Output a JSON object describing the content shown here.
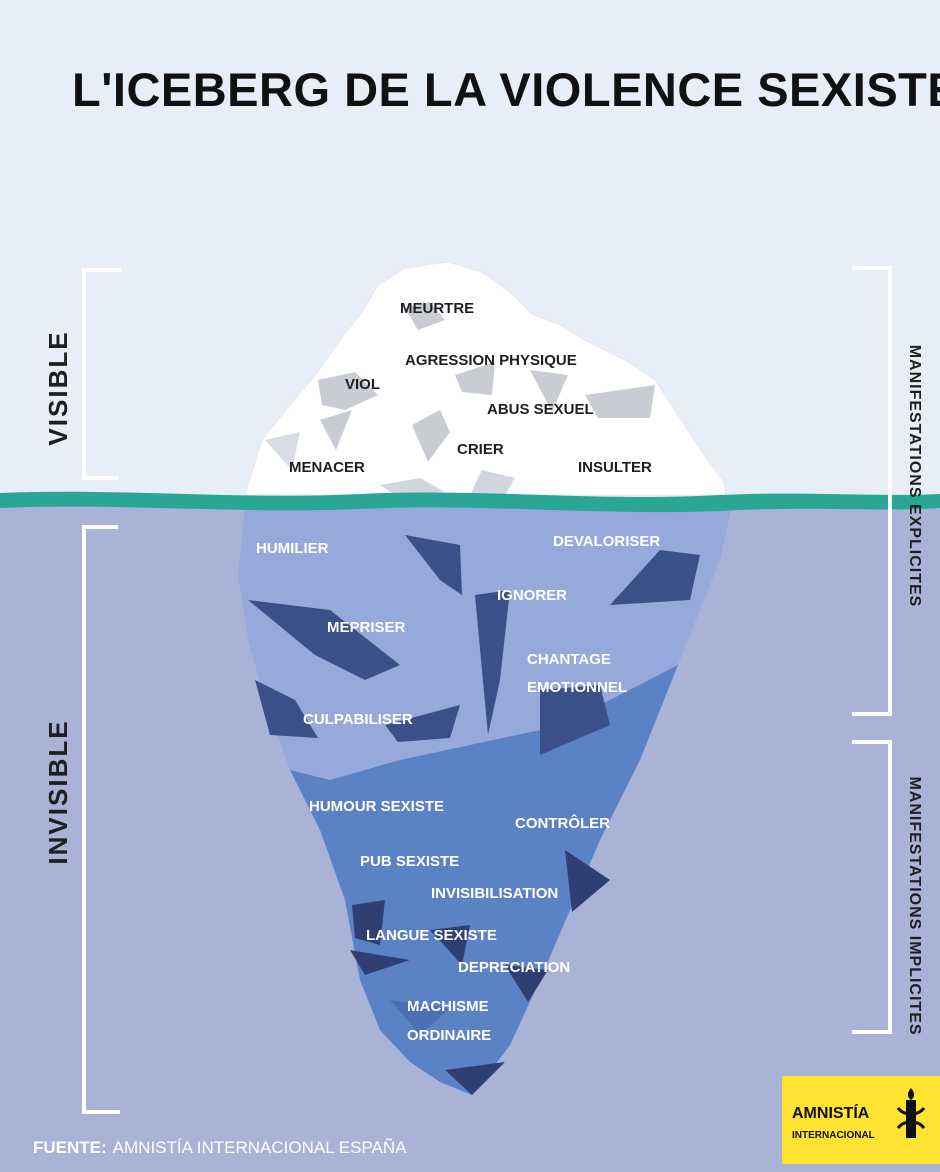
{
  "title": "L'ICEBERG DE LA VIOLENCE SEXISTE",
  "side_labels": {
    "visible": "VISIBLE",
    "invisible": "INVISIBLE"
  },
  "manifestations": {
    "explicit": "MANIFESTATIONS EXPLICITES",
    "implicit": "MANIFESTATIONS IMPLICITES"
  },
  "above_water": {
    "meurtre": "MEURTRE",
    "agression": "AGRESSION PHYSIQUE",
    "viol": "VIOL",
    "abus": "ABUS SEXUEL",
    "crier": "CRIER",
    "menacer": "MENACER",
    "insulter": "INSULTER"
  },
  "below_water": {
    "humilier": "HUMILIER",
    "devaloriser": "DEVALORISER",
    "ignorer": "IGNORER",
    "mepriser": "MEPRISER",
    "chantage_1": "CHANTAGE",
    "chantage_2": "EMOTIONNEL",
    "culpabiliser": "CULPABILISER",
    "humour": "HUMOUR SEXISTE",
    "controler": "CONTRÔLER",
    "pub": "PUB SEXISTE",
    "invisibilisation": "INVISIBILISATION",
    "langue": "LANGUE SEXISTE",
    "depreciation": "DEPRECIATION",
    "machisme_1": "MACHISME",
    "machisme_2": "ORDINAIRE"
  },
  "source": {
    "prefix": "FUENTE:",
    "text": "AMNISTÍA INTERNACIONAL ESPAÑA"
  },
  "logo": {
    "line1": "AMNISTÍA",
    "line2": "INTERNACIONAL"
  },
  "colors": {
    "sky": "#e8eef7",
    "water": "#a9b3d8",
    "waterline": "#2aa694",
    "ice_upper": "#ffffff",
    "ice_shadow": "#c9ccd3",
    "ice_underwater_light": "#97a8db",
    "ice_underwater_mid": "#5c82c6",
    "ice_underwater_dark": "#3b4f88",
    "logo_bg": "#ffe330"
  }
}
